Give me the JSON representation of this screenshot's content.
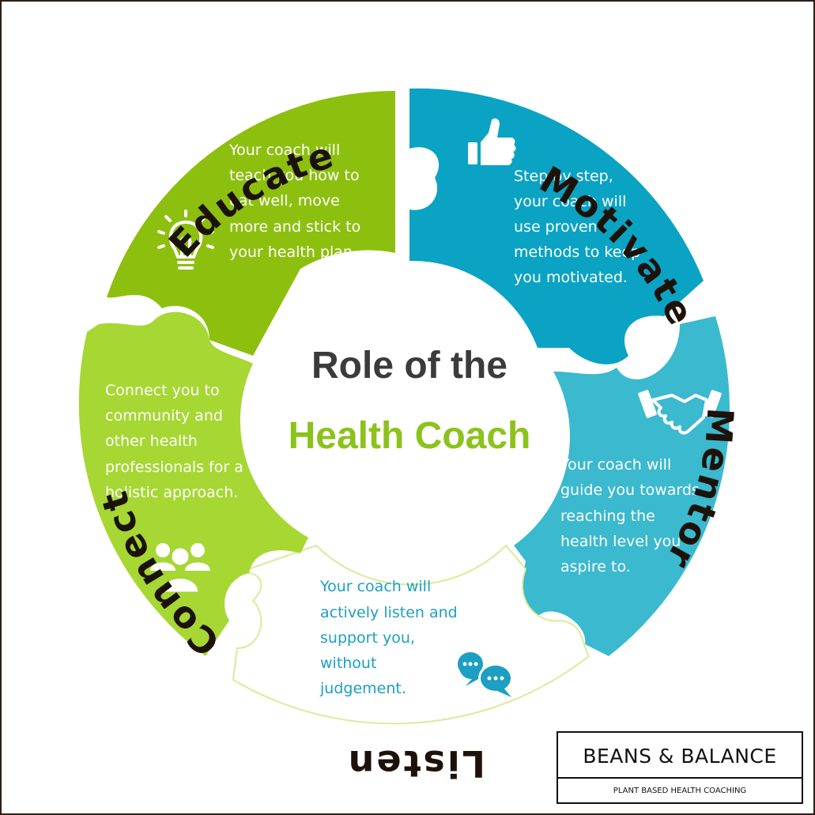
{
  "center": {
    "line1": "Role of the",
    "line2": "Health Coach"
  },
  "segments": {
    "educate": {
      "label": "Educate",
      "lines": [
        "Your coach will",
        "teach you how to",
        "eat well, move",
        "more and stick to",
        "your health plan."
      ],
      "icon": "lightbulb-icon",
      "color": "#8dbf0f"
    },
    "motivate": {
      "label": "Motivate",
      "lines": [
        "Step by step,",
        "your coach will",
        "use proven",
        "methods to keep",
        "you motivated."
      ],
      "icon": "thumbs-up-icon",
      "color": "#0aa3c4"
    },
    "mentor": {
      "label": "Mentor",
      "lines": [
        "Your coach will",
        "guide you towards",
        "reaching the",
        "health level you",
        "aspire to."
      ],
      "icon": "handshake-icon",
      "color": "#3ab9cf"
    },
    "listen": {
      "label": "Listen",
      "lines": [
        "Your coach will",
        "actively listen and",
        "support you,",
        "without",
        "judgement."
      ],
      "icon": "chat-bubbles-icon",
      "color": "#ffffff",
      "text_color": "#1c9fc2"
    },
    "connect": {
      "label": "Connect",
      "lines": [
        "Connect you to",
        "community and",
        "other health",
        "professionals for a",
        "holistic approach."
      ],
      "icon": "group-icon",
      "color": "#a6d733"
    }
  },
  "logo": {
    "name": "BEANS & BALANCE",
    "tagline": "PLANT BASED HEALTH COACHING"
  }
}
